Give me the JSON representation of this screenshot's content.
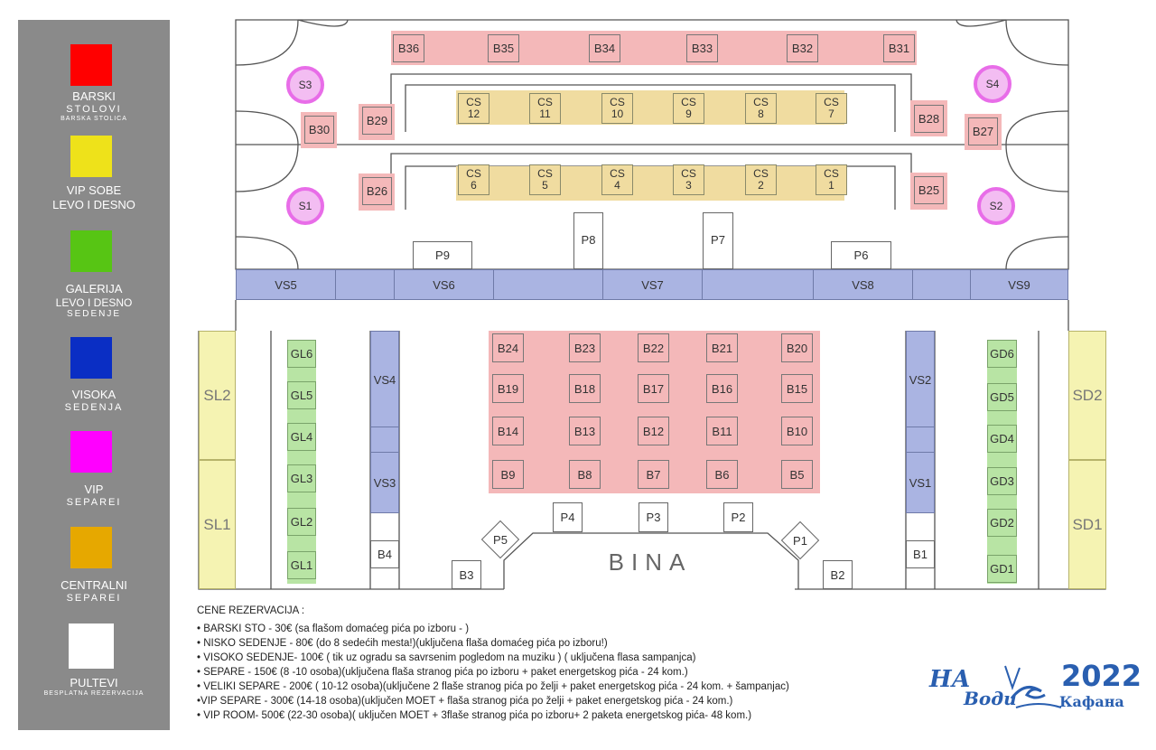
{
  "legend": {
    "items": [
      {
        "a": "BARSKI",
        "b": "STOLOVI",
        "c": "BARSKA STOLICA",
        "color": "#ff0000"
      },
      {
        "a": "VIP SOBE",
        "b": "LEVO I DESNO",
        "c": "",
        "color": "#eee21a"
      },
      {
        "a": "GALERIJA",
        "b": "LEVO I DESNO",
        "c": "SEDENJE",
        "color": "#57c514"
      },
      {
        "a": "VISOKA",
        "b": "SEDENJA",
        "c": "",
        "color": "#0a2ec4"
      },
      {
        "a": "VIP",
        "b": "SEPAREI",
        "c": "",
        "color": "#ff00ff"
      },
      {
        "a": "CENTRALNI",
        "b": "SEPAREI",
        "c": "",
        "color": "#e6a800"
      },
      {
        "a": "PULTEVI",
        "b": "",
        "c": "BESPLATNA REZERVACIJA",
        "color": "#ffffff"
      }
    ]
  },
  "map": {
    "top_row": [
      "B36",
      "B35",
      "B34",
      "B33",
      "B32",
      "B31"
    ],
    "cs_top": [
      [
        "CS",
        "12"
      ],
      [
        "CS",
        "11"
      ],
      [
        "CS",
        "10"
      ],
      [
        "CS",
        "9"
      ],
      [
        "CS",
        "8"
      ],
      [
        "CS",
        "7"
      ]
    ],
    "cs_bottom": [
      [
        "CS",
        "6"
      ],
      [
        "CS",
        "5"
      ],
      [
        "CS",
        "4"
      ],
      [
        "CS",
        "3"
      ],
      [
        "CS",
        "2"
      ],
      [
        "CS",
        "1"
      ]
    ],
    "side_bars": {
      "b30": "B30",
      "b29": "B29",
      "b28": "B28",
      "b27": "B27",
      "b26": "B26",
      "b25": "B25"
    },
    "circles": {
      "s3": "S3",
      "s4": "S4",
      "s1": "S1",
      "s2": "S2"
    },
    "vs_row": [
      "VS5",
      "VS6",
      "VS7",
      "VS8",
      "VS9"
    ],
    "p_boxes": {
      "p9": "P9",
      "p8": "P8",
      "p7": "P7",
      "p6": "P6",
      "p4": "P4",
      "p3": "P3",
      "p2": "P2",
      "p5": "P5",
      "p1": "P1"
    },
    "b_grid": [
      [
        "B24",
        "B23",
        "B22",
        "B21",
        "B20"
      ],
      [
        "B19",
        "B18",
        "B17",
        "B16",
        "B15"
      ],
      [
        "B14",
        "B13",
        "B12",
        "B11",
        "B10"
      ],
      [
        "B9",
        "B8",
        "B7",
        "B6",
        "B5"
      ]
    ],
    "vs_side": {
      "vs4": "VS4",
      "vs3": "VS3",
      "vs2": "VS2",
      "vs1": "VS1"
    },
    "gl": [
      "GL6",
      "GL5",
      "GL4",
      "GL3",
      "GL2",
      "GL1"
    ],
    "gd": [
      "GD6",
      "GD5",
      "GD4",
      "GD3",
      "GD2",
      "GD1"
    ],
    "sl": {
      "sl2": "SL2",
      "sl1": "SL1"
    },
    "sd": {
      "sd2": "SD2",
      "sd1": "SD1"
    },
    "small_b": {
      "b4": "B4",
      "b3": "B3",
      "b2": "B2",
      "b1": "B1"
    },
    "stage": "BINA"
  },
  "prices": {
    "title": "CENE REZERVACIJA :",
    "lines": [
      "• BARSKI STO - 30€ (sa flašom domaćeg pića po izboru - )",
      "• NISKO SEDENJE - 80€ (do 8 sedećih mesta!)(uključena flaša domaćeg pića po izboru!)",
      "• VISOKO SEDENJE- 100€ ( tik uz ogradu sa savrsenim pogledom na muziku ) ( uključena flasa sampanjca)",
      "• SEPARE - 150€ (8 -10 osoba)(uključena flaša stranog pića po izboru + paket energetskog pića - 24 kom.)",
      "• VELIKI SEPARE - 200€ ( 10-12 osoba)(uključene 2 flaše stranog pića po želji + paket energetskog pića - 24 kom. + šampanjac)",
      "•VIP SEPARE - 300€ (14-18 osoba)(uključen MOET + flaša stranog pića po želji + paket energetskog pića - 24 kom.)",
      "• VIP ROOM- 500€ (22-30 osoba)( uključen MOET + 3flaše stranog pića po izboru+ 2 paketa energetskog pića- 48 kom.)"
    ]
  },
  "logo": {
    "na": "НА",
    "vodi": "Води",
    "kafana": "Кафана",
    "year": "2022"
  }
}
